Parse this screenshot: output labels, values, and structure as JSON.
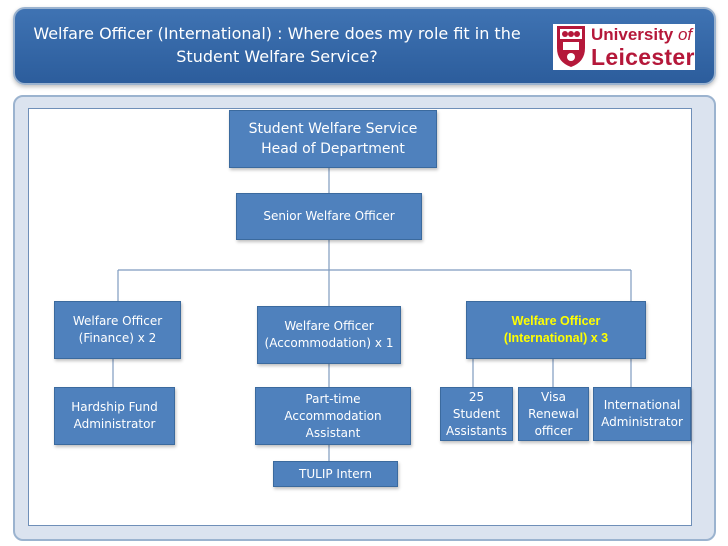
{
  "header": {
    "title": "Welfare Officer (International) : Where does my role fit in the Student Welfare Service?",
    "logo_text_1": "University",
    "logo_text_2": "of",
    "logo_text_3": "Leicester"
  },
  "chart": {
    "head": "Student Welfare Service\nHead of Department",
    "senior": "Senior Welfare Officer",
    "finance": "Welfare Officer\n(Finance) x 2",
    "accommodation": "Welfare Officer\n(Accommodation) x 1",
    "international": "Welfare Officer\n(International) x 3",
    "hardship": "Hardship Fund\nAdministrator",
    "parttime": "Part-time\nAccommodation\nAssistant",
    "tulip": "TULIP Intern",
    "students": "25\nStudent\nAssistants",
    "visa": "Visa\nRenewal\nofficer",
    "intl_admin": "International\nAdministrator"
  },
  "colors": {
    "header_bg": "#3a6eae",
    "box_fill": "#4f81bd",
    "highlight_text": "#ffff00",
    "logo_red": "#b5183a"
  }
}
